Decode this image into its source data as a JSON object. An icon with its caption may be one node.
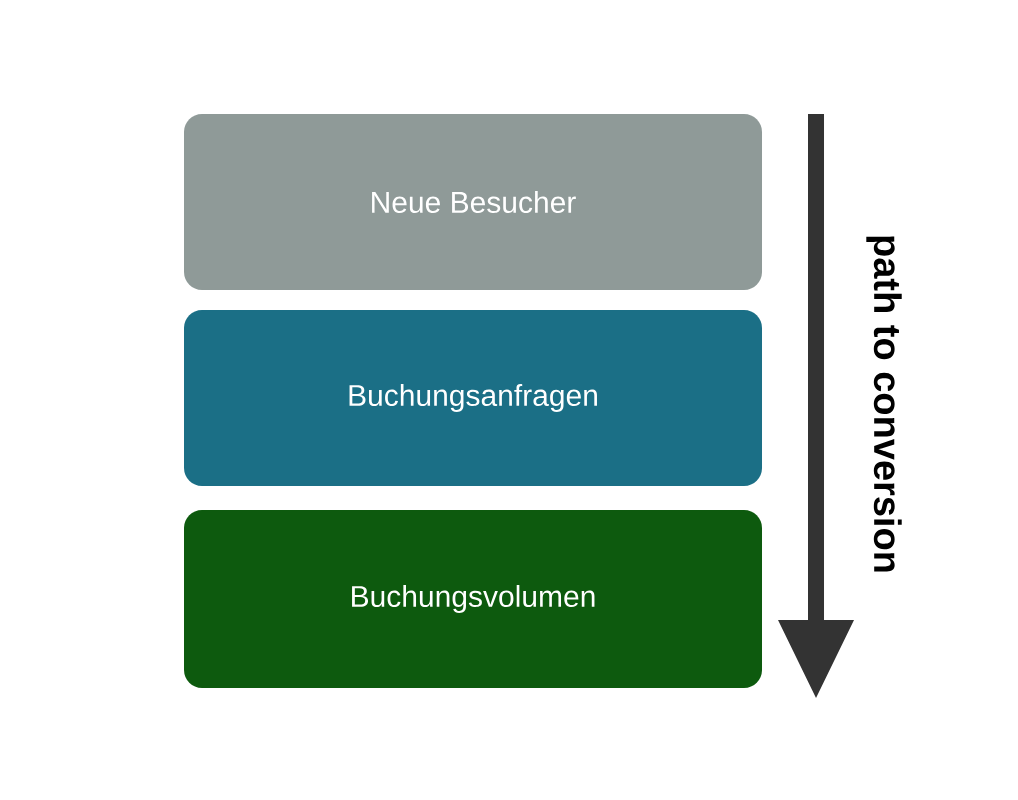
{
  "diagram": {
    "nodes": [
      {
        "text": [
          "Neue Besucher"
        ]
      },
      {
        "text": [
          "Buchungsanfragen"
        ]
      },
      {
        "text": [
          "Buchungsvolumen"
        ]
      }
    ],
    "labels": [
      "path to conversion"
    ]
  }
}
